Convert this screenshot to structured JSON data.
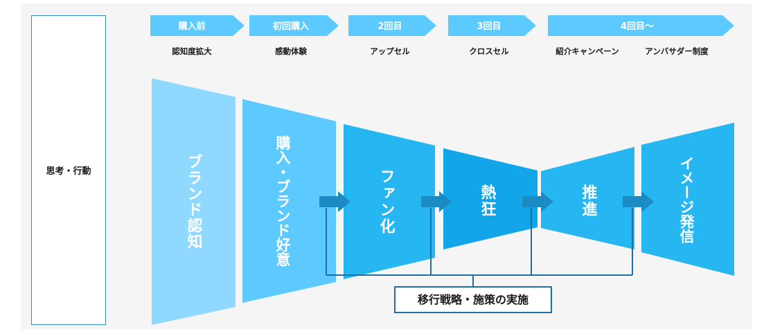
{
  "left_label": "思考・行動",
  "stages": [
    {
      "label": "購入前",
      "sub": "認知度拡大"
    },
    {
      "label": "初回購入",
      "sub": "感動体験"
    },
    {
      "label": "2回目",
      "sub": "アップセル"
    },
    {
      "label": "3回目",
      "sub": "クロスセル"
    },
    {
      "label": "4回目〜",
      "subs": [
        "紹介キャンペーン",
        "アンバサダー制度"
      ]
    }
  ],
  "funnel": [
    {
      "label": "ブランド認知",
      "color": "#8fd8ff"
    },
    {
      "label": "購入・ブランド好意",
      "color": "#5ccaff"
    },
    {
      "label": "ファン化",
      "color": "#26b7f3"
    },
    {
      "label": "熱狂",
      "color": "#12a6e9"
    },
    {
      "label": "推進",
      "color": "#26b7f3"
    },
    {
      "label": "イメージ発信",
      "color": "#26b7f3"
    }
  ],
  "strategy_label": "移行戦略・施策の実施",
  "colors": {
    "stage_arrow": "#5ccaff",
    "transition_arrow": "#1c8bc4",
    "bracket": "#1e6fa8",
    "box_border": "#1e6fa8"
  }
}
